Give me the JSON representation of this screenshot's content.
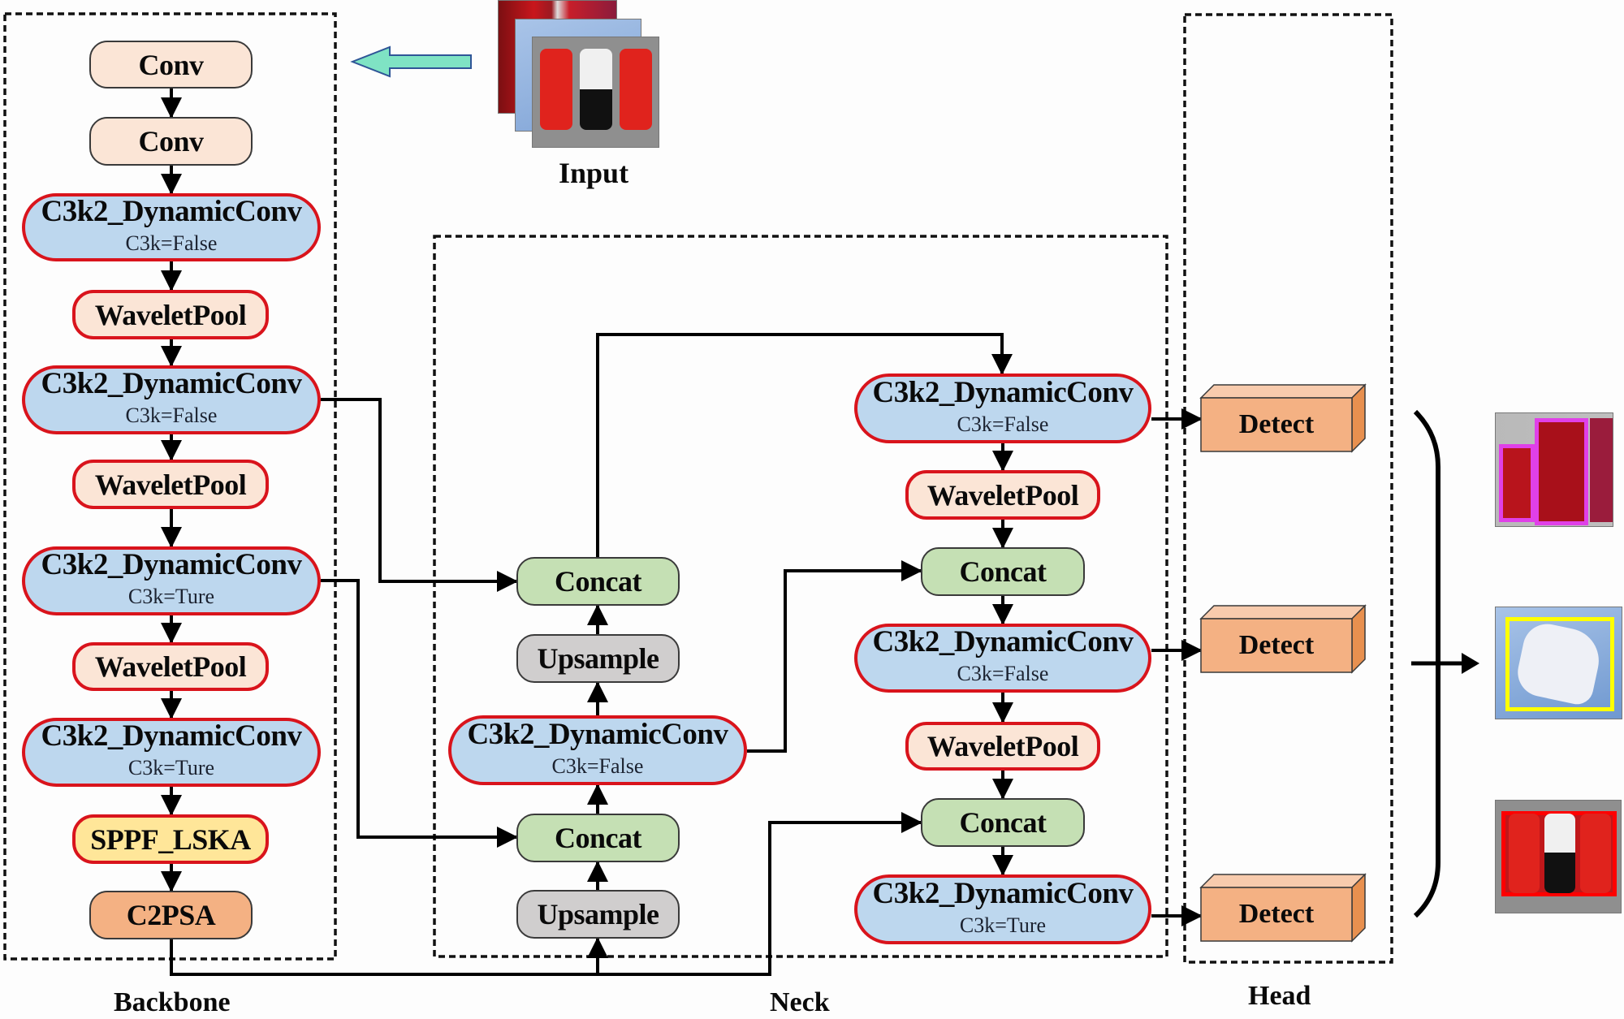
{
  "title": "Improved YOLO11 network architecture (Backbone / Neck / Head)",
  "sections": {
    "backbone": "Backbone",
    "neck": "Neck",
    "head": "Head",
    "input": "Input"
  },
  "backbone": [
    {
      "title": "Conv",
      "sub": null,
      "type": "conv"
    },
    {
      "title": "Conv",
      "sub": null,
      "type": "conv"
    },
    {
      "title": "C3k2_DynamicConv",
      "sub": "C3k=False",
      "type": "c3k2"
    },
    {
      "title": "WaveletPool",
      "sub": null,
      "type": "wpool"
    },
    {
      "title": "C3k2_DynamicConv",
      "sub": "C3k=False",
      "type": "c3k2"
    },
    {
      "title": "WaveletPool",
      "sub": null,
      "type": "wpool"
    },
    {
      "title": "C3k2_DynamicConv",
      "sub": "C3k=Ture",
      "type": "c3k2"
    },
    {
      "title": "WaveletPool",
      "sub": null,
      "type": "wpool"
    },
    {
      "title": "C3k2_DynamicConv",
      "sub": "C3k=Ture",
      "type": "c3k2"
    },
    {
      "title": "SPPF_LSKA",
      "sub": null,
      "type": "sppf"
    },
    {
      "title": "C2PSA",
      "sub": null,
      "type": "c2psa"
    }
  ],
  "neck_left": [
    {
      "title": "Concat",
      "sub": null,
      "type": "concat"
    },
    {
      "title": "Upsample",
      "sub": null,
      "type": "upsample"
    },
    {
      "title": "C3k2_DynamicConv",
      "sub": "C3k=False",
      "type": "c3k2"
    },
    {
      "title": "Concat",
      "sub": null,
      "type": "concat"
    },
    {
      "title": "Upsample",
      "sub": null,
      "type": "upsample"
    }
  ],
  "neck_right": [
    {
      "title": "C3k2_DynamicConv",
      "sub": "C3k=False",
      "type": "c3k2"
    },
    {
      "title": "WaveletPool",
      "sub": null,
      "type": "wpool"
    },
    {
      "title": "Concat",
      "sub": null,
      "type": "concat"
    },
    {
      "title": "C3k2_DynamicConv",
      "sub": "C3k=False",
      "type": "c3k2"
    },
    {
      "title": "WaveletPool",
      "sub": null,
      "type": "wpool"
    },
    {
      "title": "Concat",
      "sub": null,
      "type": "concat"
    },
    {
      "title": "C3k2_DynamicConv",
      "sub": "C3k=Ture",
      "type": "c3k2"
    }
  ],
  "head": [
    {
      "title": "Detect"
    },
    {
      "title": "Detect"
    },
    {
      "title": "Detect"
    }
  ],
  "outputs": [
    {
      "name": "cans-detection-result",
      "box_color": "#e040e8"
    },
    {
      "name": "mask-detection-result",
      "box_color": "#ffff00"
    },
    {
      "name": "battery-detection-result",
      "box_color": "#ff0000"
    }
  ],
  "colors": {
    "conv_fill": "#fbe5d6",
    "c3k2_fill": "#bdd7ee",
    "highlight_border": "#d9141c",
    "sppf_fill": "#ffe699",
    "c2psa_fill": "#f4b183",
    "concat_fill": "#c5e0b4",
    "upsample_fill": "#d0cece",
    "detect_fill": "#f4b183",
    "input_arrow_fill": "#7fe3c4"
  }
}
